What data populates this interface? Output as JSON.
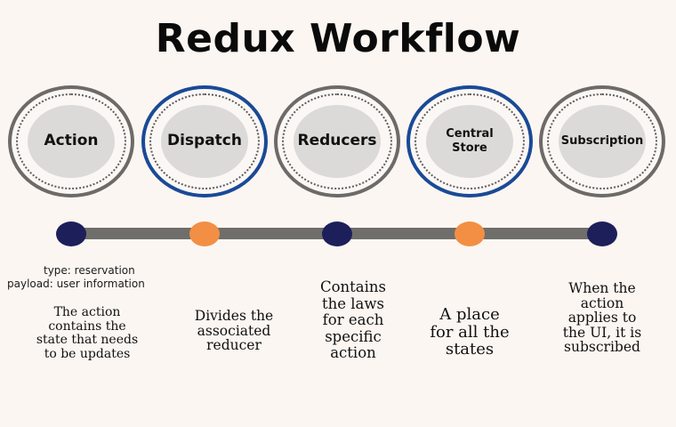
{
  "title": "Redux Workflow",
  "colors": {
    "background": "#fcf6f2",
    "ring_gray": "#6d6a68",
    "ring_blue": "#1a4a96",
    "inner_fill": "#dcdad8",
    "timeline": "#6f6e6a",
    "node_navy": "#1c1f5a",
    "node_orange": "#f28f44"
  },
  "stages": [
    {
      "label": "Action",
      "ring": "gray",
      "node": "navy"
    },
    {
      "label": "Dispatch",
      "ring": "blue",
      "node": "orange"
    },
    {
      "label": "Reducers",
      "ring": "gray",
      "node": "navy"
    },
    {
      "label": "Central\nStore",
      "ring": "blue",
      "node": "orange"
    },
    {
      "label": "Subscription",
      "ring": "gray",
      "node": "navy"
    }
  ],
  "action_example": {
    "type_line": "type: reservation",
    "payload_line": "payload:  user information"
  },
  "descriptions": [
    "The action\ncontains the\nstate that needs\nto be updates",
    "Divides the\nassociated\nreducer",
    "Contains\nthe laws\nfor each\nspecific\naction",
    "A place\nfor all the\nstates",
    "When the\naction\napplies to\nthe UI, it is\nsubscribed"
  ]
}
